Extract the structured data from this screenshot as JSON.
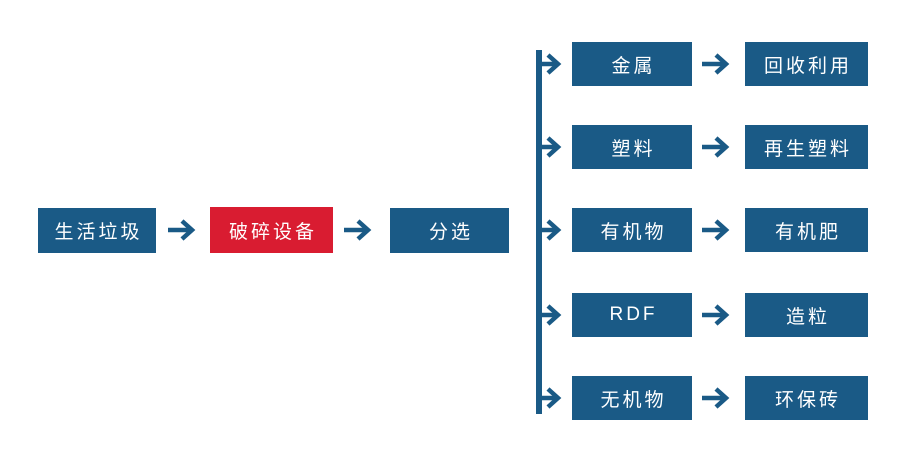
{
  "diagram": {
    "type": "flowchart",
    "colors": {
      "node_primary": "#1a5a86",
      "node_highlight": "#d91c31",
      "arrow": "#1a5a86",
      "text": "#ffffff",
      "background": "#ffffff"
    },
    "main_flow": [
      {
        "label": "生活垃圾",
        "style": "primary"
      },
      {
        "label": "破碎设备",
        "style": "highlight"
      },
      {
        "label": "分选",
        "style": "primary"
      }
    ],
    "branches": [
      {
        "source": "金属",
        "result": "回收利用"
      },
      {
        "source": "塑料",
        "result": "再生塑料"
      },
      {
        "source": "有机物",
        "result": "有机肥"
      },
      {
        "source": "RDF",
        "result": "造粒"
      },
      {
        "source": "无机物",
        "result": "环保砖"
      }
    ]
  }
}
